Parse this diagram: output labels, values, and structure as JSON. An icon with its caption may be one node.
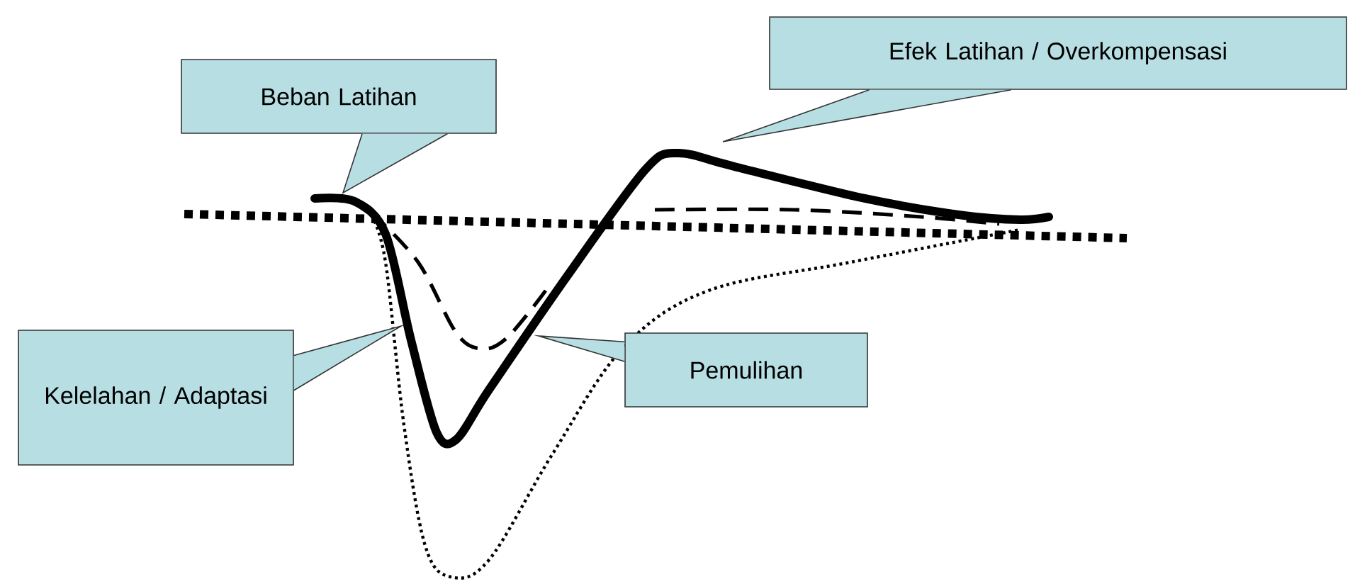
{
  "diagram": {
    "nodes": [
      {
        "text": [
          "Beban Latihan"
        ]
      },
      {
        "text": [
          "Efek Latihan / Overkompensasi"
        ]
      },
      {
        "text": [
          "Kelelahan / Adaptasi"
        ]
      },
      {
        "text": [
          "Pemulihan"
        ]
      }
    ]
  }
}
